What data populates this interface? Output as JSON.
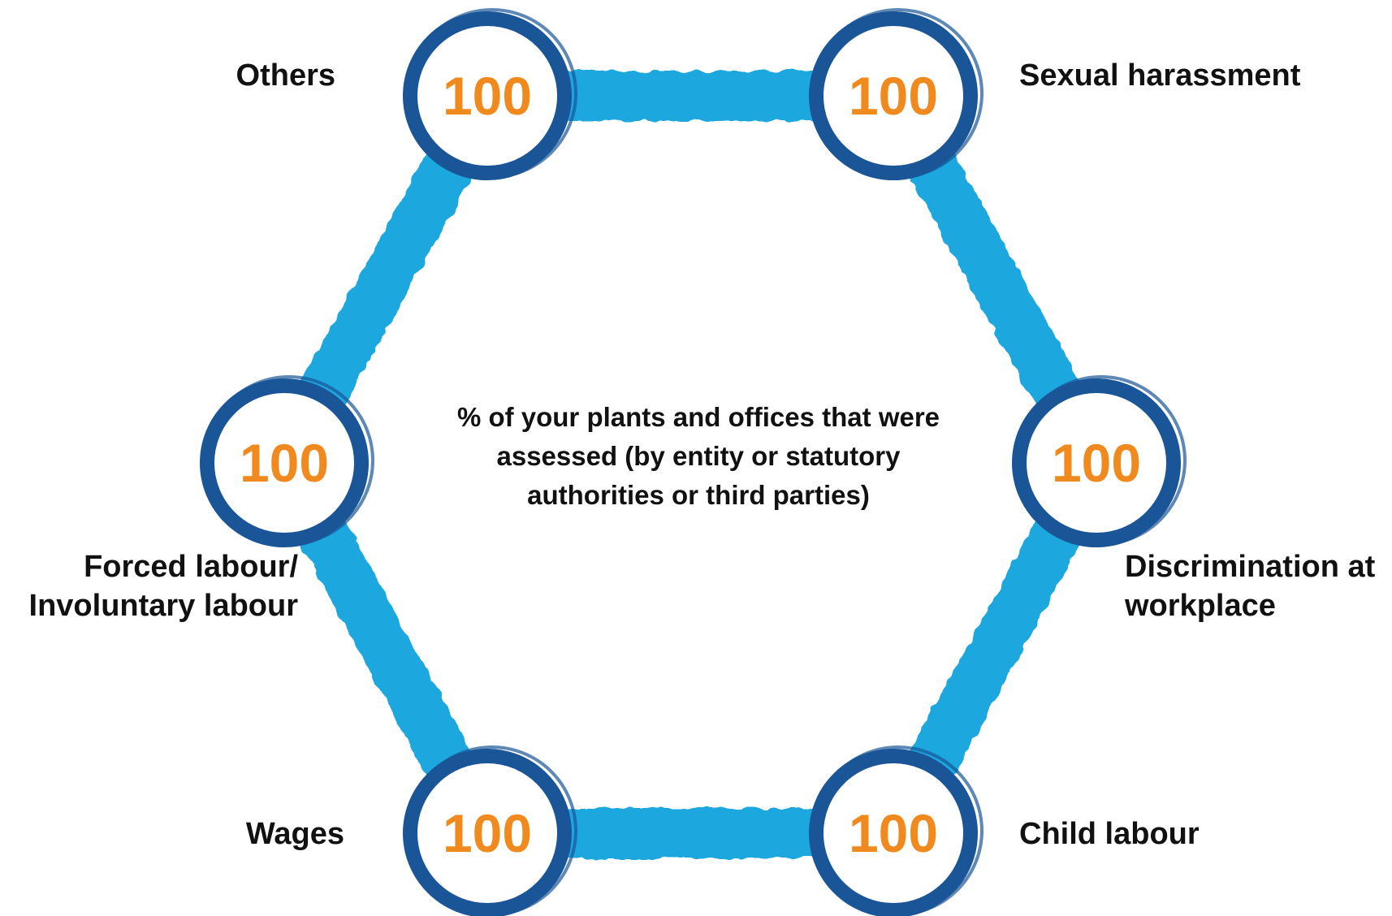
{
  "center_caption": "% of your plants and offices that were assessed (by entity or statutory authorities or third parties)",
  "colors": {
    "ring": "#1a5597",
    "connector": "#1aa7df",
    "value": "#f08a1e",
    "label": "#111111"
  },
  "nodes": [
    {
      "key": "others",
      "label": "Others",
      "value": "100"
    },
    {
      "key": "sexual-harassment",
      "label": "Sexual harassment",
      "value": "100"
    },
    {
      "key": "discrimination",
      "label": "Discrimination at\nworkplace",
      "value": "100"
    },
    {
      "key": "child-labour",
      "label": "Child labour",
      "value": "100"
    },
    {
      "key": "wages",
      "label": "Wages",
      "value": "100"
    },
    {
      "key": "forced-labour",
      "label": "Forced labour/\nInvoluntary labour",
      "value": "100"
    }
  ]
}
